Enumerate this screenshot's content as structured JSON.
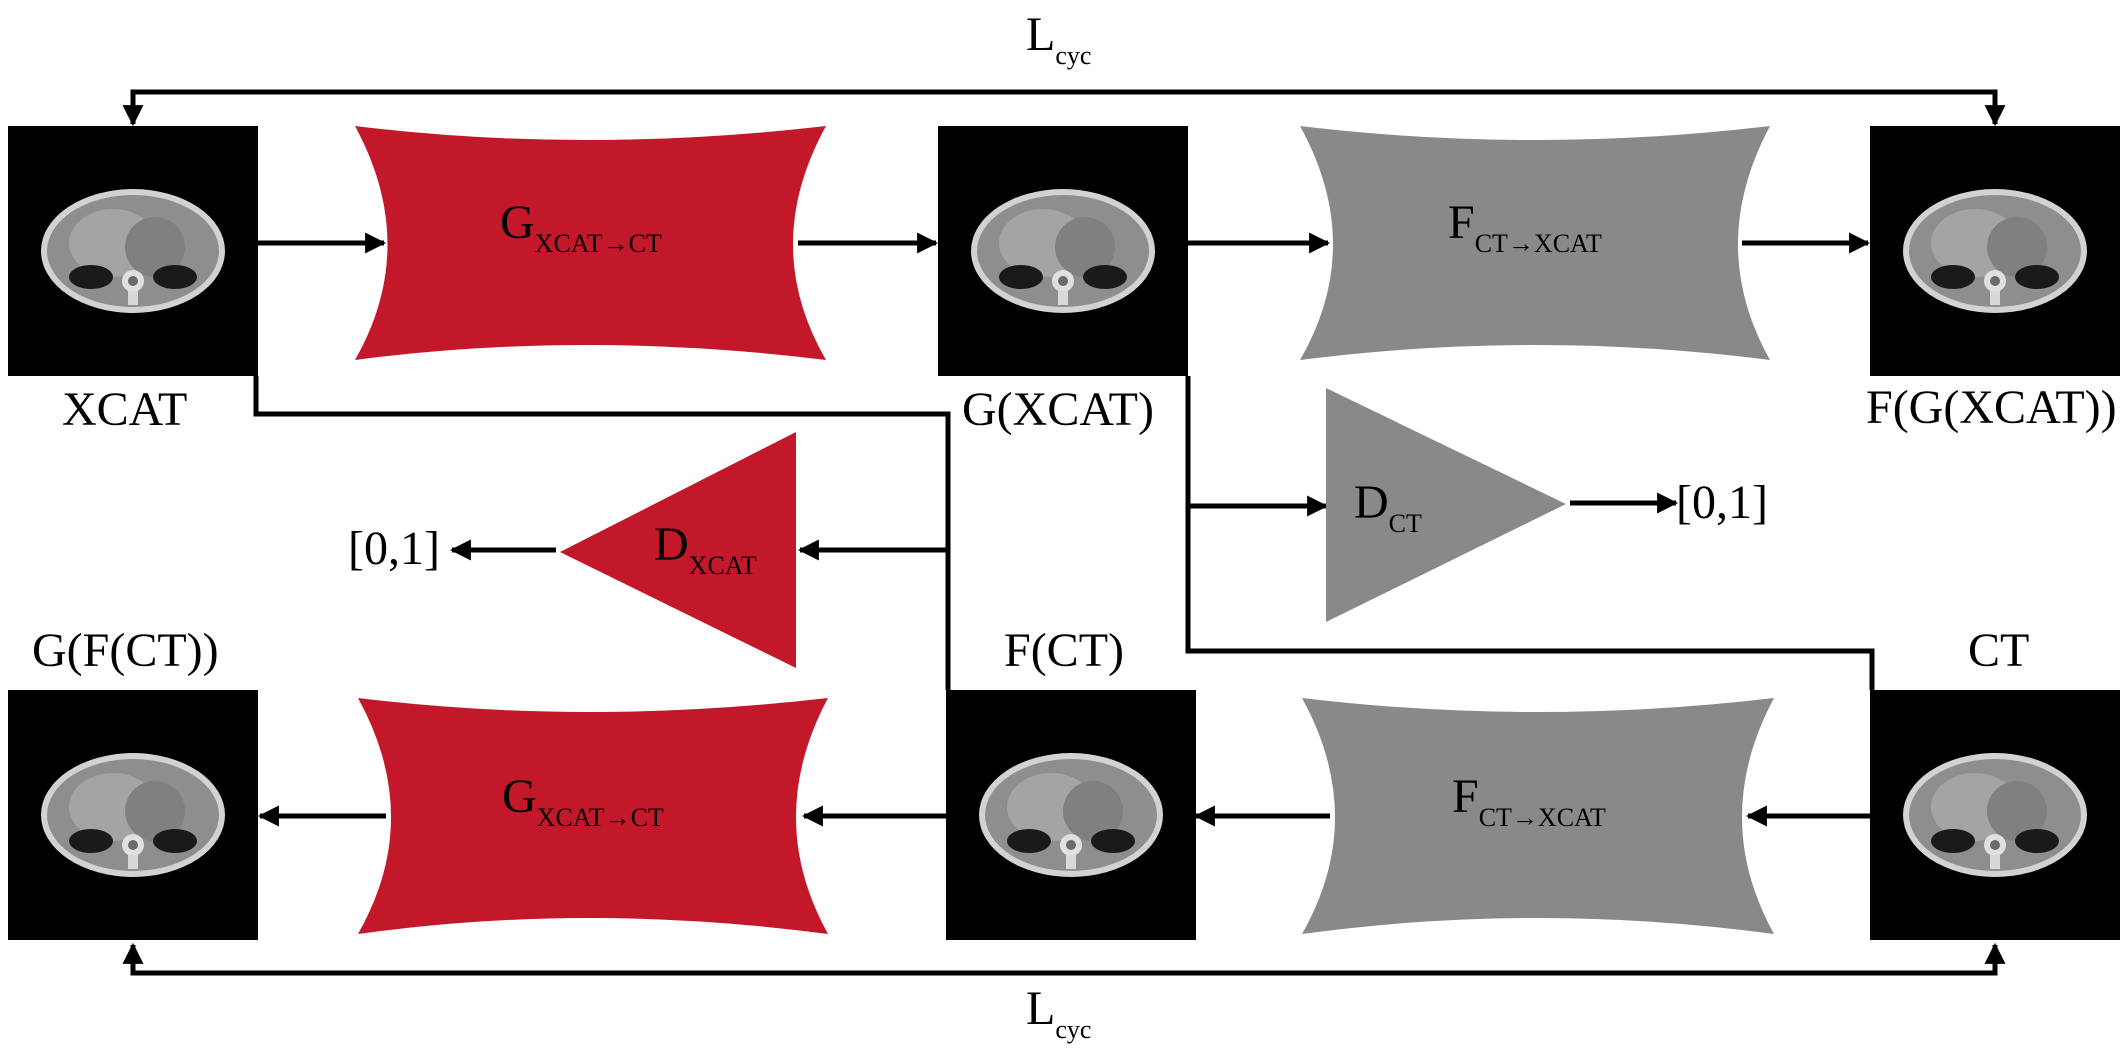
{
  "colors": {
    "generator_g": "#c21829",
    "generator_f": "#898989",
    "line": "#000000",
    "image_bg": "#000000",
    "ct_body": "#8a8a8a",
    "ct_outline": "#c8c8c8"
  },
  "loss": {
    "top": {
      "main": "L",
      "sub": "cyc"
    },
    "bottom": {
      "main": "L",
      "sub": "cyc"
    }
  },
  "images": {
    "xcat": {
      "label": "XCAT"
    },
    "g_xcat": {
      "label": "G(XCAT)"
    },
    "f_g_xcat": {
      "label": "F(G(XCAT))"
    },
    "g_f_ct": {
      "label": "G(F(CT))"
    },
    "f_ct": {
      "label": "F(CT)"
    },
    "ct": {
      "label": "CT"
    }
  },
  "generators": {
    "g_top": {
      "main": "G",
      "sub": "XCAT→CT"
    },
    "f_top": {
      "main": "F",
      "sub": "CT→XCAT"
    },
    "g_bottom": {
      "main": "G",
      "sub": "XCAT→CT"
    },
    "f_bottom": {
      "main": "F",
      "sub": "CT→XCAT"
    }
  },
  "discriminators": {
    "d_ct": {
      "main": "D",
      "sub": "CT",
      "output": "[0,1]"
    },
    "d_xcat": {
      "main": "D",
      "sub": "XCAT",
      "output": "[0,1]"
    }
  }
}
